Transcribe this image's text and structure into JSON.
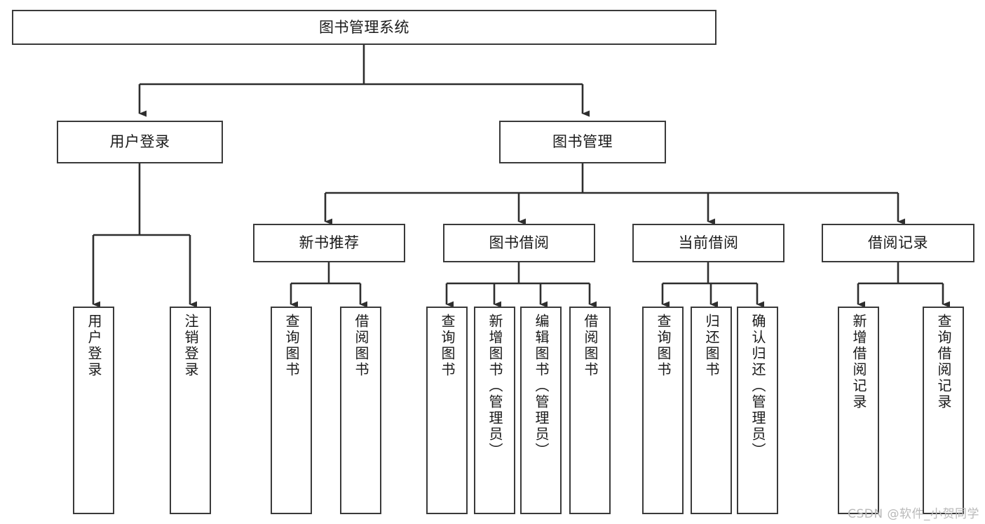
{
  "diagram": {
    "type": "tree",
    "title_node": {
      "label": "图书管理系统"
    },
    "level2": [
      {
        "label": "用户登录"
      },
      {
        "label": "图书管理"
      }
    ],
    "level3": [
      {
        "label": "新书推荐"
      },
      {
        "label": "图书借阅"
      },
      {
        "label": "当前借阅"
      },
      {
        "label": "借阅记录"
      }
    ],
    "leaves": {
      "user_login": [
        {
          "label": "用户登录"
        },
        {
          "label": "注销登录"
        }
      ],
      "new_book_recommend": [
        {
          "label": "查询图书"
        },
        {
          "label": "借阅图书"
        }
      ],
      "book_borrow": [
        {
          "label": "查询图书"
        },
        {
          "label": "新增图书（管理员）"
        },
        {
          "label": "编辑图书（管理员）"
        },
        {
          "label": "借阅图书"
        }
      ],
      "current_borrow": [
        {
          "label": "查询图书"
        },
        {
          "label": "归还图书"
        },
        {
          "label": "确认归还（管理员）"
        }
      ],
      "borrow_record": [
        {
          "label": "新增借阅记录"
        },
        {
          "label": "查询借阅记录"
        }
      ]
    }
  },
  "watermark": {
    "text": "CSDN @软件_小贺同学"
  },
  "colors": {
    "stroke": "#3a3a3a",
    "background": "#ffffff",
    "text": "#1a1a1a",
    "watermark": "#b9b9b9"
  }
}
